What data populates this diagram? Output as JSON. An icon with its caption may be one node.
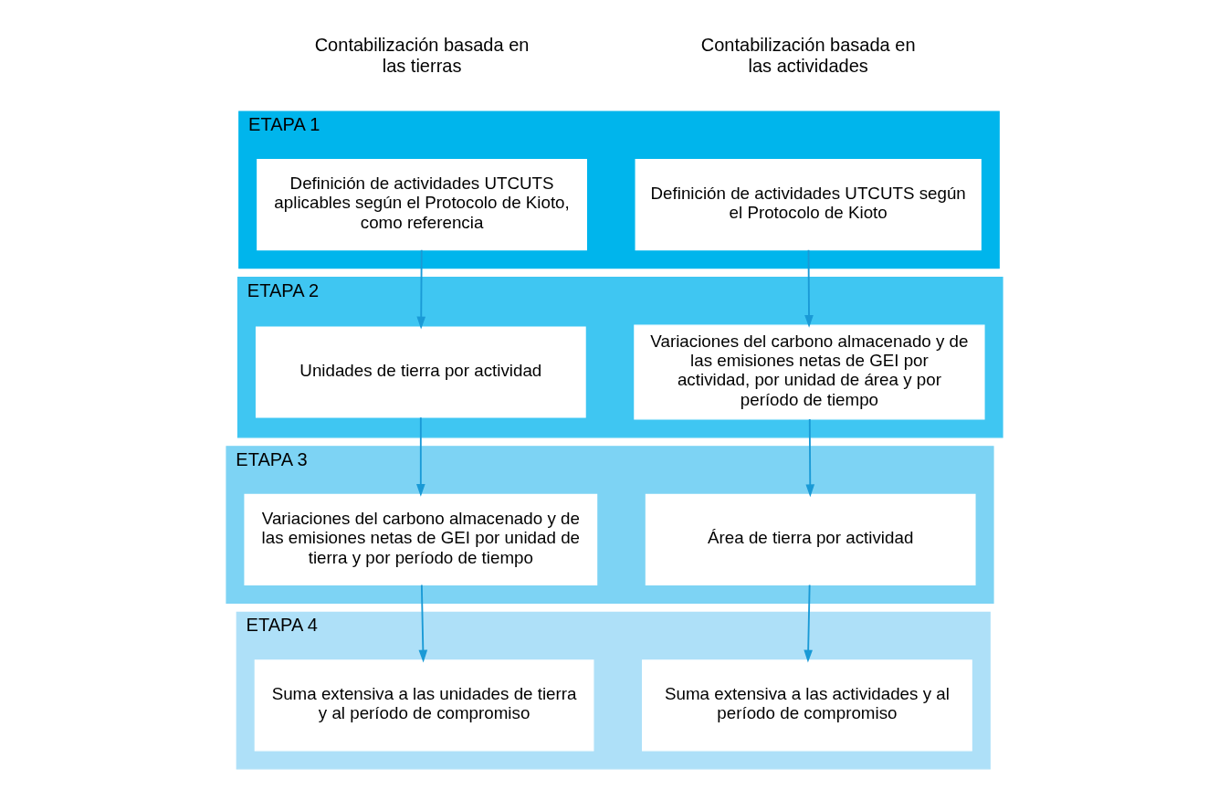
{
  "diagram": {
    "nodes": [
      {
        "text": [
          "ETAPA 1"
        ]
      },
      {
        "text": [
          "Definición de actividades UTCUTS aplicables según el Protocolo de Kioto, como referencia"
        ],
        "in": 0
      },
      {
        "text": [
          "Definición de actividades UTCUTS según el Protocolo de Kioto"
        ],
        "in": 0
      },
      {
        "text": [
          "ETAPA 2"
        ]
      },
      {
        "text": [
          "Unidades de tierra por actividad"
        ],
        "in": 3
      },
      {
        "text": [
          "Variaciones del carbono almacenado y de las emisiones netas de GEI por actividad, por unidad de área y por período de tiempo"
        ],
        "in": 3
      },
      {
        "text": [
          "ETAPA 3"
        ]
      },
      {
        "text": [
          "Variaciones del carbono almacenado y de las emisiones netas de GEI por unidad de tierra y por período de tiempo"
        ],
        "in": 6
      },
      {
        "text": [
          "Área de tierra por actividad"
        ],
        "in": 6
      },
      {
        "text": [
          "ETAPA 4"
        ]
      },
      {
        "text": [
          "Suma extensiva a las unidades de tierra y al período de compromiso"
        ],
        "in": 9
      },
      {
        "text": [
          "Suma extensiva a las actividades y al período de compromiso"
        ],
        "in": 9
      }
    ],
    "edges": [
      {
        "from": 1,
        "to": 4,
        "arrow": "to"
      },
      {
        "from": 4,
        "to": 7,
        "arrow": "to"
      },
      {
        "from": 7,
        "to": 10,
        "arrow": "to"
      },
      {
        "from": 2,
        "to": 5,
        "arrow": "to"
      },
      {
        "from": 5,
        "to": 8,
        "arrow": "to"
      },
      {
        "from": 8,
        "to": 11,
        "arrow": "to"
      }
    ],
    "labels": [
      "Contabilización basada en las tierras",
      "Contabilización basada en las actividades"
    ]
  }
}
